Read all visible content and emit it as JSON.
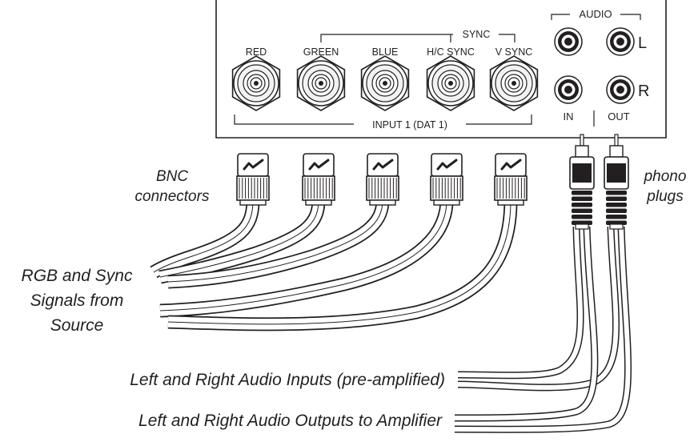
{
  "panel": {
    "channels": [
      {
        "id": "red",
        "label": "RED"
      },
      {
        "id": "green",
        "label": "GREEN"
      },
      {
        "id": "blue",
        "label": "BLUE"
      },
      {
        "id": "hc-sync",
        "label": "H/C SYNC"
      },
      {
        "id": "v-sync",
        "label": "V SYNC"
      }
    ],
    "sync_label": "SYNC",
    "input_label": "INPUT 1 (DAT 1)",
    "audio": {
      "title": "AUDIO",
      "left_label": "L",
      "right_label": "R",
      "in_label": "IN",
      "out_label": "OUT"
    }
  },
  "callouts": {
    "bnc": [
      "BNC",
      "connectors"
    ],
    "phono": [
      "phono",
      "plugs"
    ],
    "rgb_source": [
      "RGB and Sync",
      "Signals from",
      "Source"
    ],
    "audio_inputs": "Left and Right Audio Inputs (pre-amplified)",
    "audio_outputs": "Left and Right Audio Outputs to Amplifier"
  },
  "colors": {
    "ink": "#231f20",
    "background": "#ffffff"
  }
}
